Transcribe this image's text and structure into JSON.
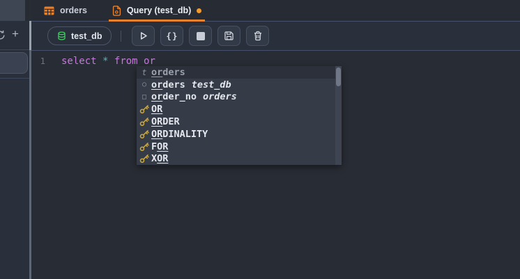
{
  "tabbar": {
    "tabs": [
      {
        "label": "orders",
        "icon": "table-icon",
        "active": false,
        "modified": false
      },
      {
        "label": "Query (test_db)",
        "icon": "query-file-icon",
        "active": true,
        "modified": true
      }
    ]
  },
  "toolbar": {
    "connection": {
      "label": "test_db",
      "icon": "database-icon"
    },
    "buttons": [
      {
        "name": "run-query-button",
        "icon": "play-icon"
      },
      {
        "name": "format-query-button",
        "icon": "braces-icon",
        "glyph": "{}"
      },
      {
        "name": "stop-query-button",
        "icon": "stop-icon"
      },
      {
        "name": "save-query-button",
        "icon": "save-icon"
      },
      {
        "name": "delete-query-button",
        "icon": "trash-icon"
      }
    ]
  },
  "sidebar": {
    "plus_label": "+"
  },
  "editor": {
    "line_number": "1",
    "tokens": [
      {
        "text": "select",
        "type": "keyword"
      },
      {
        "text": " ",
        "type": "plain"
      },
      {
        "text": "*",
        "type": "operator"
      },
      {
        "text": " ",
        "type": "plain"
      },
      {
        "text": "from",
        "type": "keyword"
      },
      {
        "text": " ",
        "type": "plain"
      },
      {
        "text": "or",
        "type": "keyword"
      }
    ]
  },
  "autocomplete": {
    "items": [
      {
        "kind": "text",
        "glyph": "t",
        "pre": "",
        "match": "or",
        "post": "ders",
        "detail": "",
        "selected": true,
        "muted": true
      },
      {
        "kind": "circle",
        "glyph": "○",
        "pre": "",
        "match": "or",
        "post": "ders",
        "detail": "test_db",
        "selected": false,
        "muted": false
      },
      {
        "kind": "square",
        "glyph": "□",
        "pre": "",
        "match": "or",
        "post": "der_no",
        "detail": "orders",
        "selected": false,
        "muted": false
      },
      {
        "kind": "key",
        "glyph": "",
        "pre": "",
        "match": "OR",
        "post": "",
        "detail": "",
        "selected": false,
        "muted": false
      },
      {
        "kind": "key",
        "glyph": "",
        "pre": "",
        "match": "OR",
        "post": "DER",
        "detail": "",
        "selected": false,
        "muted": false
      },
      {
        "kind": "key",
        "glyph": "",
        "pre": "",
        "match": "OR",
        "post": "DINALITY",
        "detail": "",
        "selected": false,
        "muted": false
      },
      {
        "kind": "key",
        "glyph": "",
        "pre": "F",
        "match": "OR",
        "post": "",
        "detail": "",
        "selected": false,
        "muted": false
      },
      {
        "kind": "key",
        "glyph": "",
        "pre": "X",
        "match": "OR",
        "post": "",
        "detail": "",
        "selected": false,
        "muted": false
      }
    ]
  },
  "colors": {
    "accent_orange": "#e8812c",
    "modified_dot": "#f39b2c",
    "keyword_purple": "#c678dd",
    "operator_cyan": "#56b6c2",
    "key_gold": "#c9a63f",
    "db_green": "#3ece5e"
  }
}
